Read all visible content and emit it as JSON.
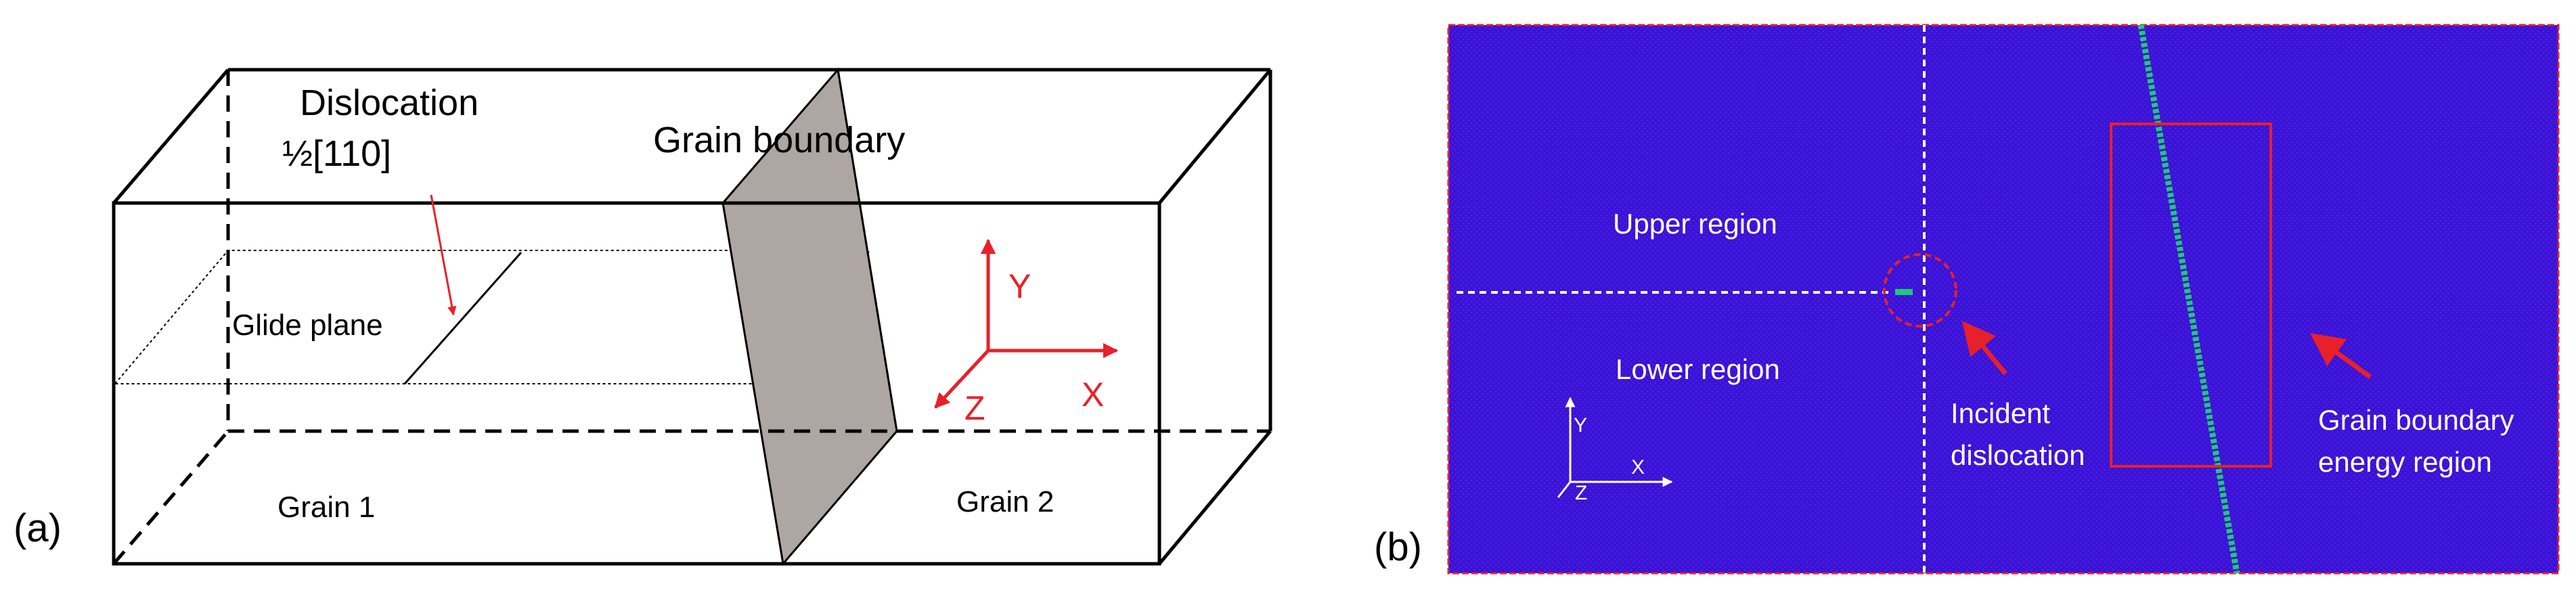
{
  "panel_a": {
    "panel_label": "(a)",
    "dislocation_label": "Dislocation",
    "burgers_vector": "½[110]",
    "grain_boundary_label": "Grain boundary",
    "glide_plane_label": "Glide plane",
    "grain1_label": "Grain 1",
    "grain2_label": "Grain 2",
    "axes": {
      "y": "Y",
      "x": "X",
      "z": "Z"
    }
  },
  "panel_b": {
    "panel_label": "(b)",
    "upper_region_label": "Upper region",
    "lower_region_label": "Lower region",
    "incident_label_1": "Incident",
    "incident_label_2": "dislocation",
    "gb_energy_label_1": "Grain boundary",
    "gb_energy_label_2": "energy region",
    "axes": {
      "y": "Y",
      "x": "X",
      "z": "Z"
    }
  },
  "colors": {
    "atoms_fill": "#3B12D6",
    "gb_atoms": "#1FC97A",
    "annotation_red": "#E8202A",
    "line_black": "#000000",
    "gb_plane_fill": "#ADA6A3",
    "white": "#FFFFFF"
  }
}
